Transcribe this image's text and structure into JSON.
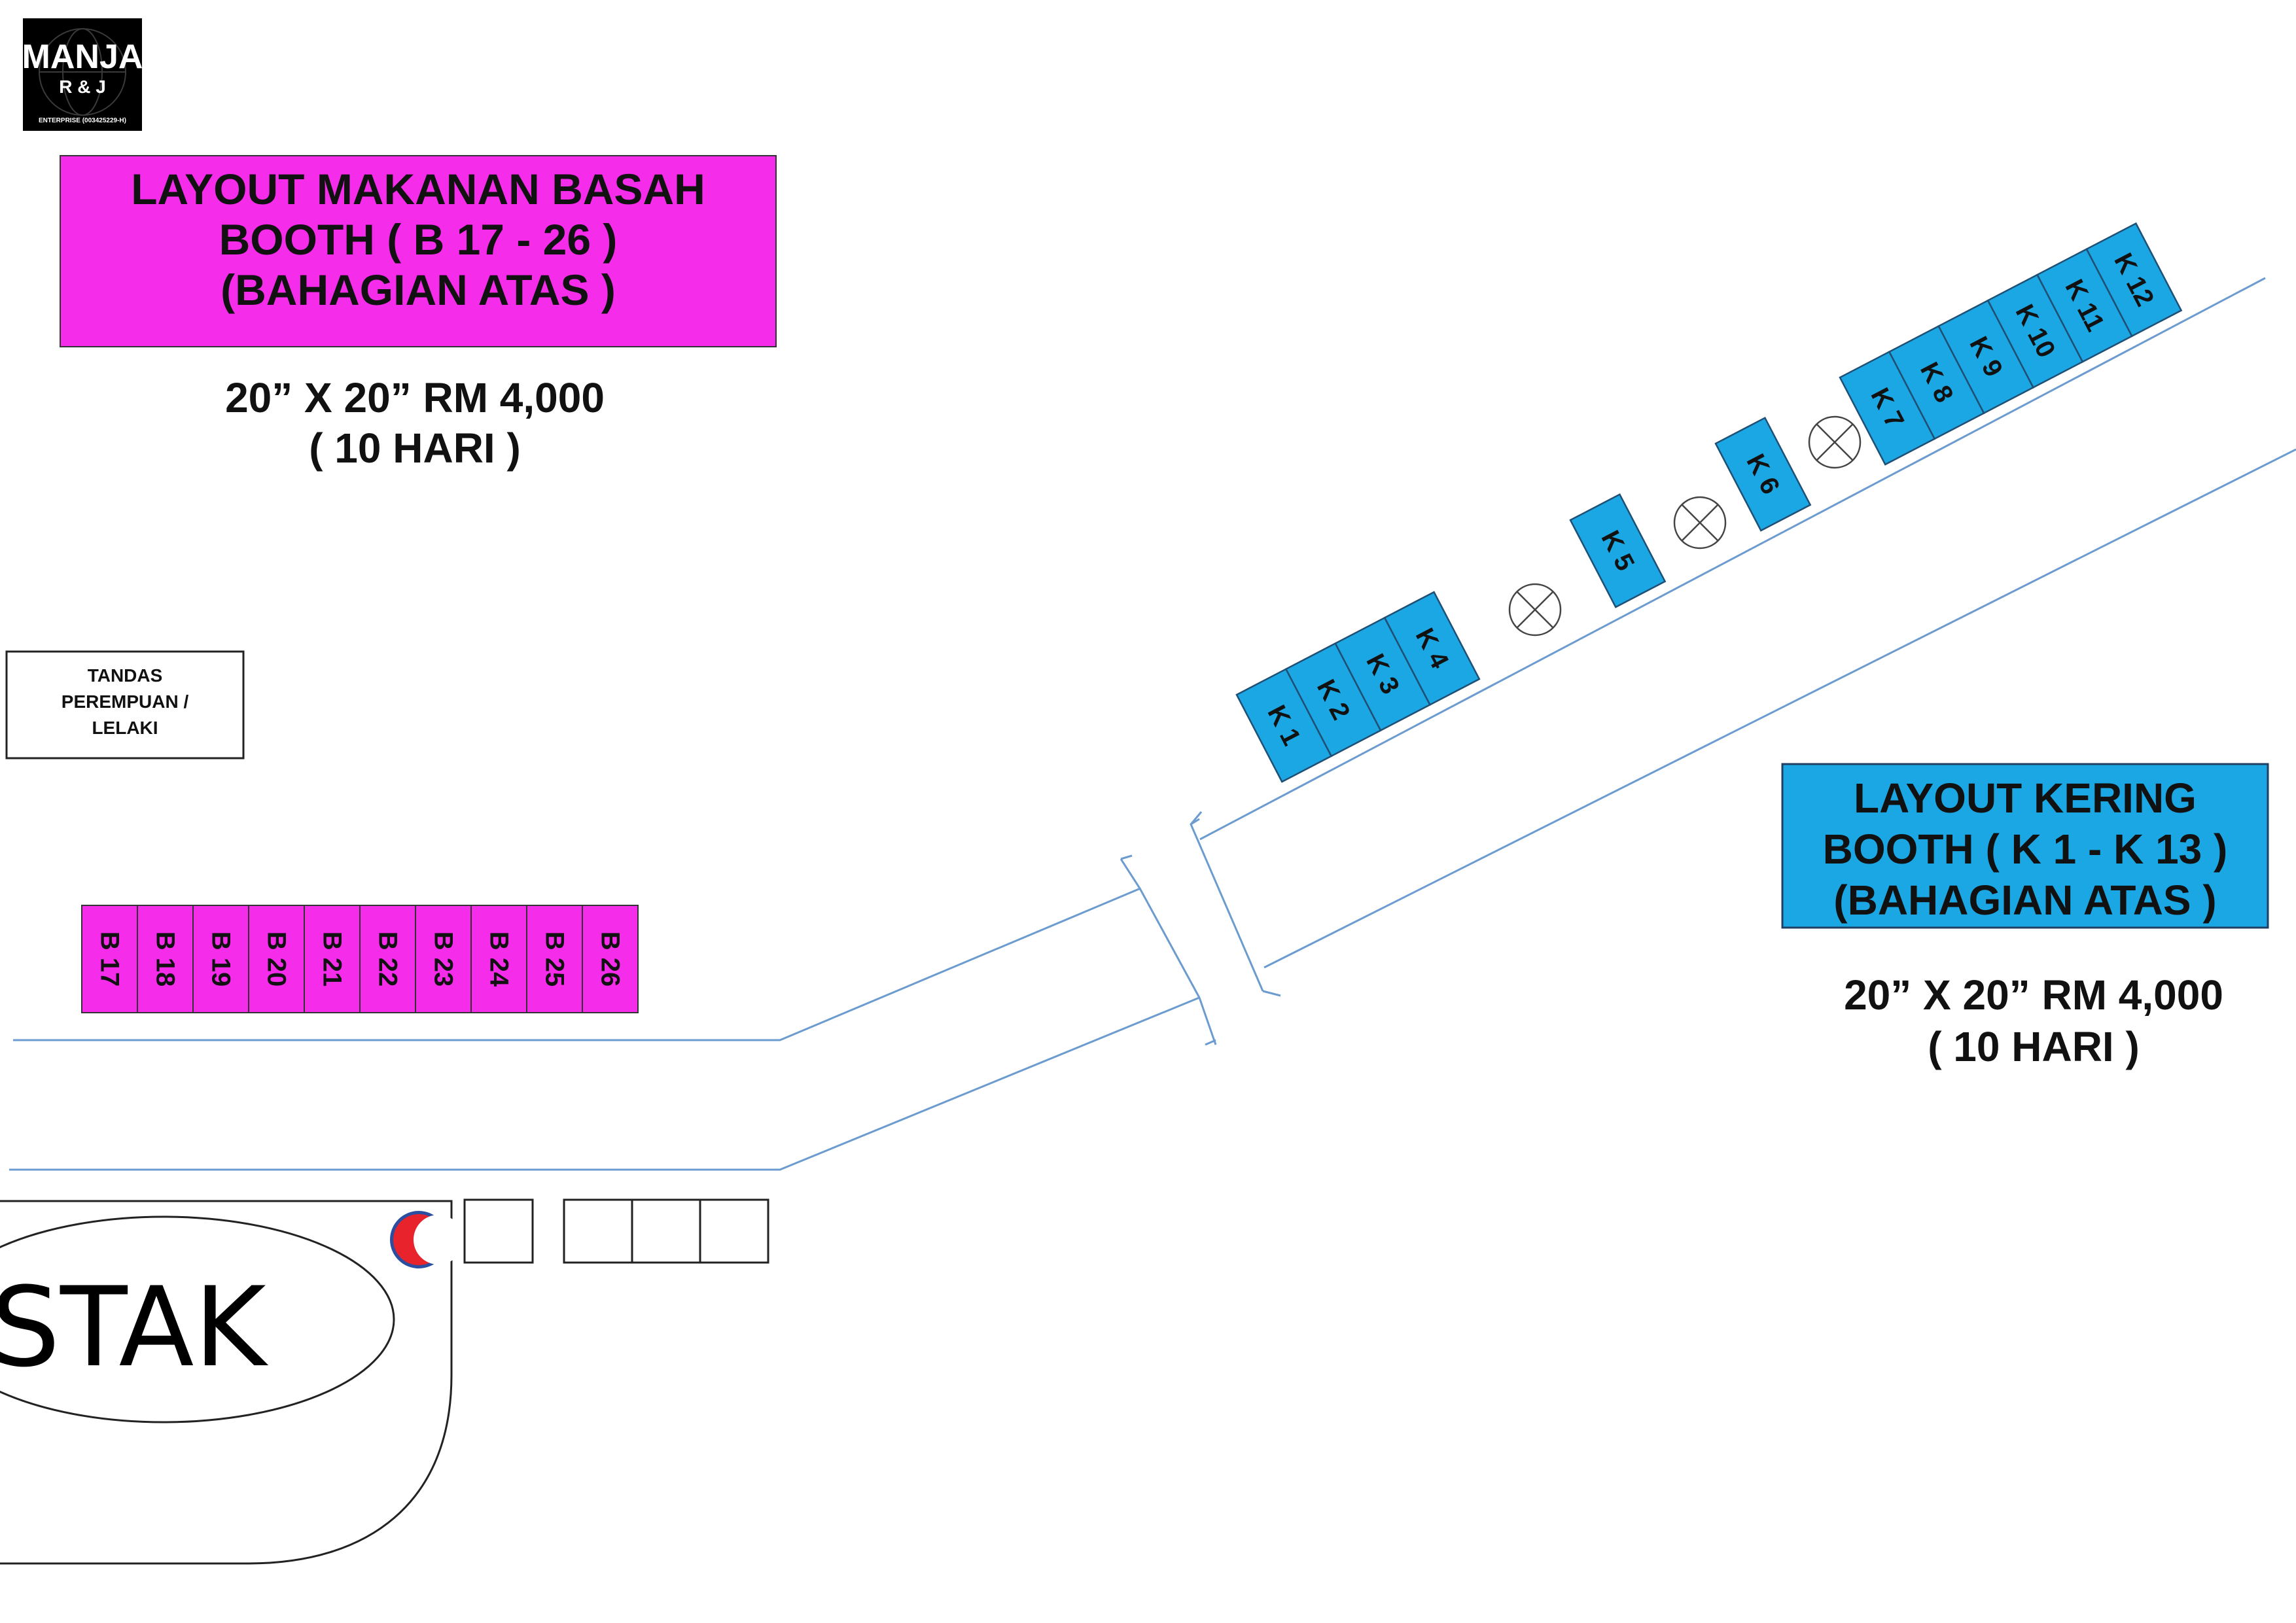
{
  "logo": {
    "line1": "MANJA",
    "line2": "R & J",
    "line3": "ENTERPRISE (003425229-H)"
  },
  "wet_section": {
    "title_lines": [
      "LAYOUT MAKANAN BASAH",
      "BOOTH ( B 17 - 26 )",
      "(BAHAGIAN ATAS )"
    ],
    "price_lines": [
      "20” X 20” RM 4,000",
      "( 10 HARI )"
    ],
    "color": "#f52cea",
    "booths": [
      "B 17",
      "B 18",
      "B 19",
      "B 20",
      "B 21",
      "B 22",
      "B 23",
      "B 24",
      "B 25",
      "B 26"
    ]
  },
  "dry_section": {
    "title_lines": [
      "LAYOUT KERING",
      "BOOTH ( K 1 - K 13 )",
      "(BAHAGIAN ATAS )"
    ],
    "price_lines": [
      "20” X 20” RM 4,000",
      "( 10 HARI )"
    ],
    "color": "#1ba7e3",
    "booths": [
      "K 1",
      "K 2",
      "K 3",
      "K 4",
      "K 5",
      "K 6",
      "K 7",
      "K 8",
      "K 9",
      "K 10",
      "K 11",
      "K 12"
    ]
  },
  "toilet": {
    "lines": [
      "TANDAS",
      "PEREMPUAN /",
      "LELAKI"
    ]
  },
  "building": {
    "label": "STAK"
  },
  "lamp_icon": "lamp-post-icon",
  "road_color": "#6c9ccf"
}
